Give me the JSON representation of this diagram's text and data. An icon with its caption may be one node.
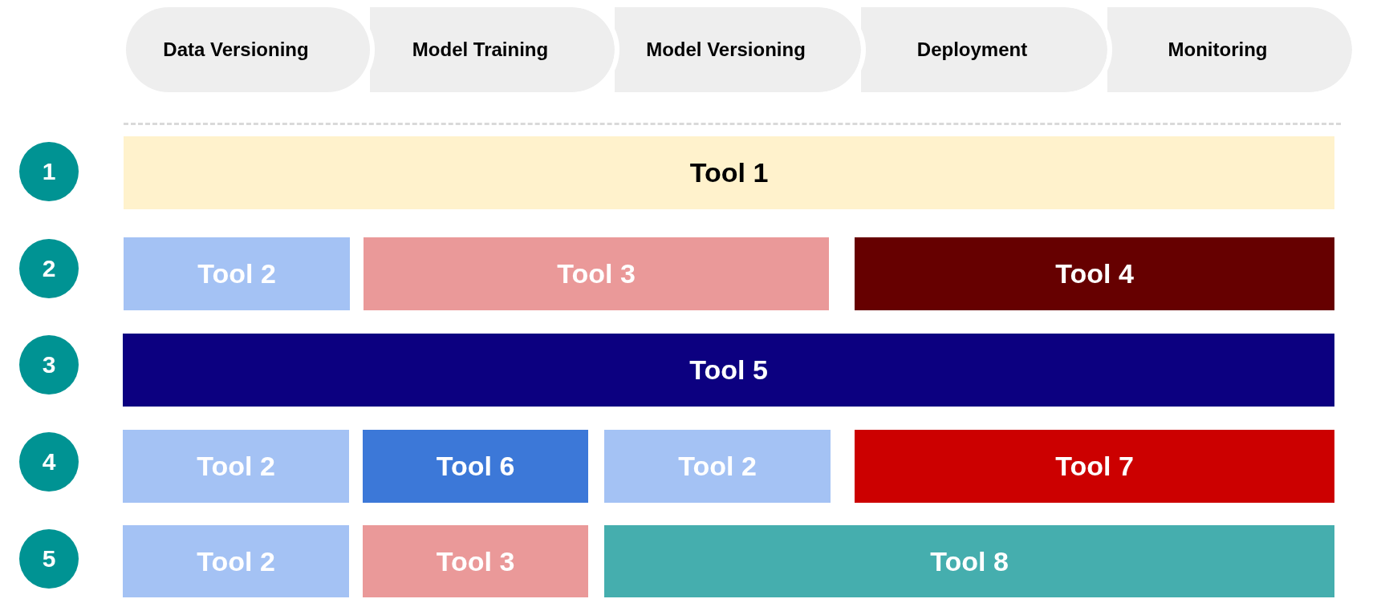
{
  "diagram": {
    "nodes": [
      {
        "text": [
          "Data Versioning"
        ]
      },
      {
        "text": [
          "Model Training"
        ]
      },
      {
        "text": [
          "Model Versioning"
        ]
      },
      {
        "text": [
          "Deployment"
        ]
      },
      {
        "text": [
          "Monitoring"
        ]
      },
      {
        "text": [
          "1"
        ]
      },
      {
        "text": [
          "Tool 1"
        ]
      },
      {
        "text": [
          "2"
        ]
      },
      {
        "text": [
          "Tool 2"
        ]
      },
      {
        "text": [
          "Tool 3"
        ]
      },
      {
        "text": [
          "Tool 4"
        ]
      },
      {
        "text": [
          "3"
        ]
      },
      {
        "text": [
          "Tool 5"
        ]
      },
      {
        "text": [
          "4"
        ]
      },
      {
        "text": [
          "Tool 2"
        ]
      },
      {
        "text": [
          "Tool 6"
        ]
      },
      {
        "text": [
          "Tool 2"
        ]
      },
      {
        "text": [
          "Tool 7"
        ]
      },
      {
        "text": [
          "5"
        ]
      },
      {
        "text": [
          "Tool 2"
        ]
      },
      {
        "text": [
          "Tool 3"
        ]
      },
      {
        "text": [
          "Tool 8"
        ]
      }
    ]
  }
}
